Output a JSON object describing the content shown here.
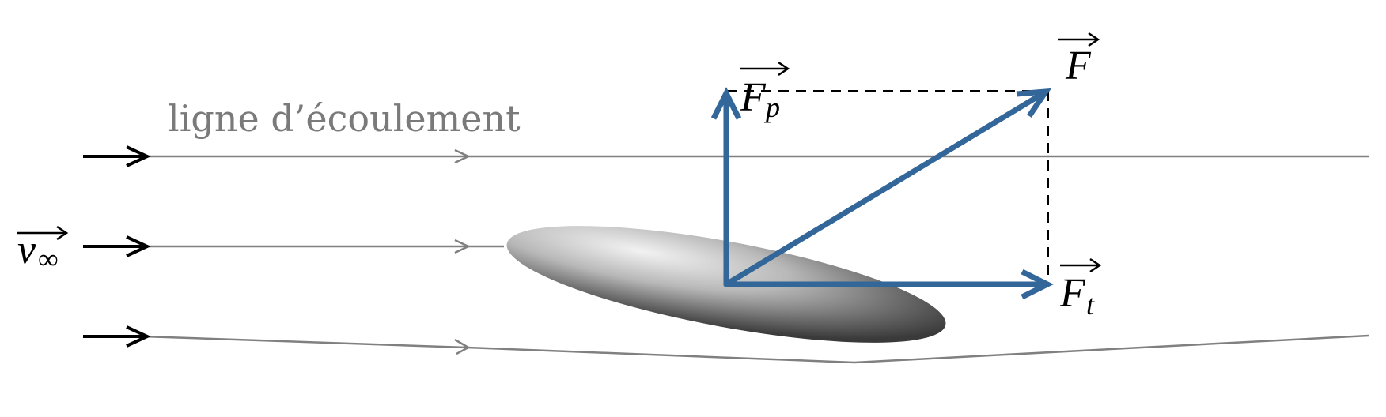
{
  "flow_label": "ligne d’écoulement",
  "labels": {
    "velocity": {
      "main": "v",
      "sub": "∞"
    },
    "force_total": {
      "main": "F"
    },
    "force_lift": {
      "main": "F",
      "sub": "p"
    },
    "force_drag": {
      "main": "F",
      "sub": "t"
    }
  },
  "colors": {
    "force_arrow": "#336699",
    "streamline": "#808080",
    "inflow_arrow": "#000000",
    "dashed_line": "#000000"
  },
  "icons": {
    "vector_arrow": "over-right-arrow-icon",
    "airfoil": "ellipse-gradient-shape"
  }
}
